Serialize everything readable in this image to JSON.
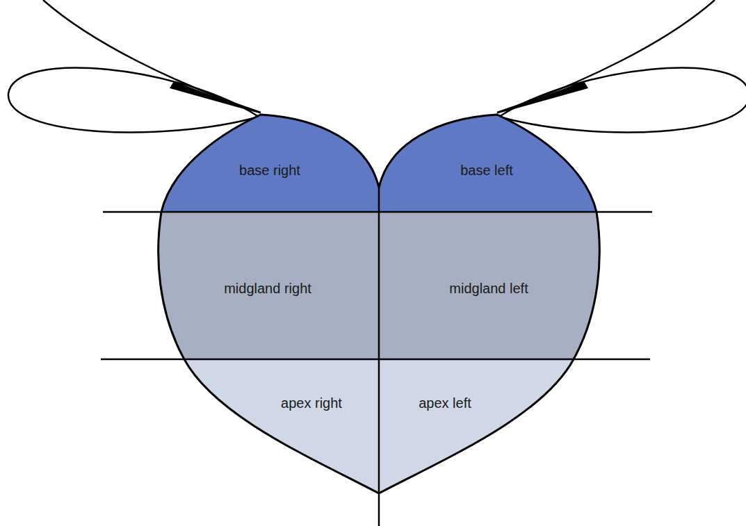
{
  "diagram": {
    "nodes": [
      {
        "text": [
          "base right"
        ]
      },
      {
        "text": [
          "base left"
        ]
      },
      {
        "text": [
          "midgland right"
        ]
      },
      {
        "text": [
          "midgland left"
        ]
      },
      {
        "text": [
          "apex right"
        ]
      },
      {
        "text": [
          "apex left"
        ]
      }
    ]
  }
}
